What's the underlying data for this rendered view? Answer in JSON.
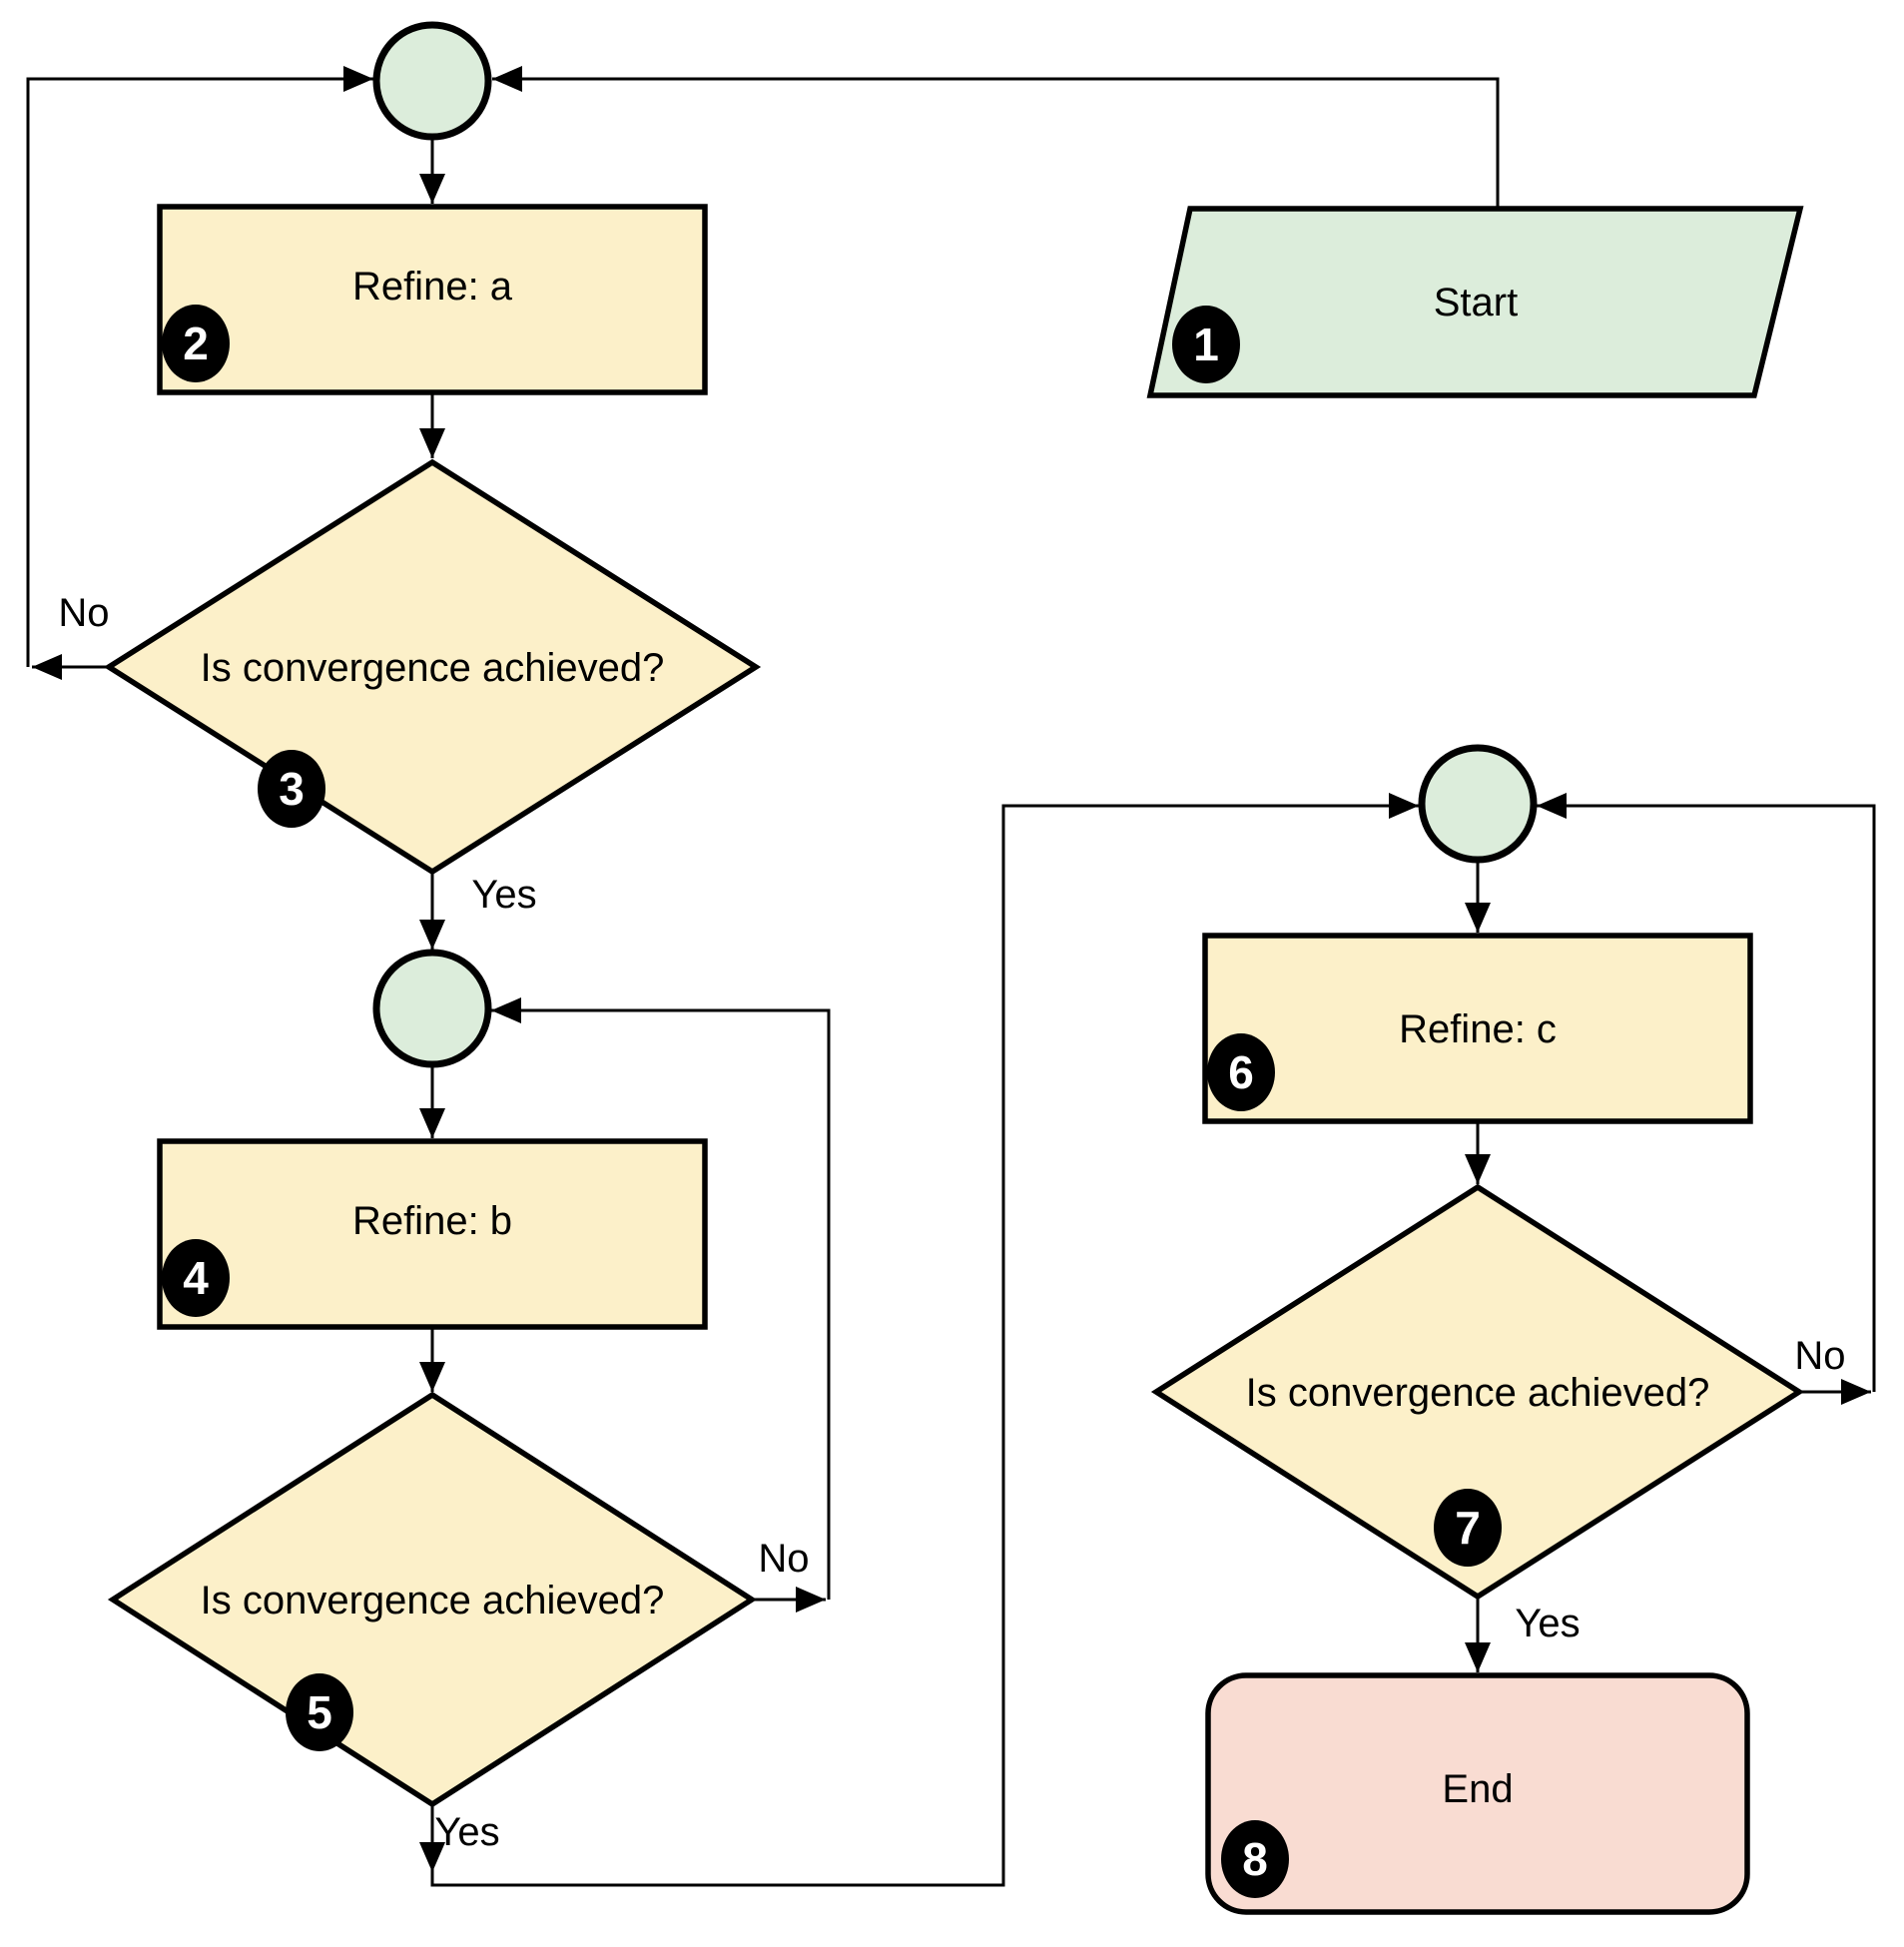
{
  "colors": {
    "process_fill": "#FCF0C9",
    "decision_fill": "#FCF0C9",
    "start_fill": "#DCEDDB",
    "junction_fill": "#DCEDDB",
    "end_fill": "#F9DCD2",
    "badge_fill": "#000000",
    "stroke": "#000000"
  },
  "nodes": {
    "start": {
      "label": "Start",
      "badge": "1"
    },
    "refine_a": {
      "label": "Refine: a",
      "badge": "2"
    },
    "decision_a": {
      "label": "Is convergence achieved?",
      "badge": "3"
    },
    "refine_b": {
      "label": "Refine: b",
      "badge": "4"
    },
    "decision_b": {
      "label": "Is convergence achieved?",
      "badge": "5"
    },
    "refine_c": {
      "label": "Refine: c",
      "badge": "6"
    },
    "decision_c": {
      "label": "Is convergence achieved?",
      "badge": "7"
    },
    "end": {
      "label": "End",
      "badge": "8"
    }
  },
  "edge_labels": {
    "decision_a_no": "No",
    "decision_a_yes": "Yes",
    "decision_b_no": "No",
    "decision_b_yes": "Yes",
    "decision_c_no": "No",
    "decision_c_yes": "Yes"
  }
}
